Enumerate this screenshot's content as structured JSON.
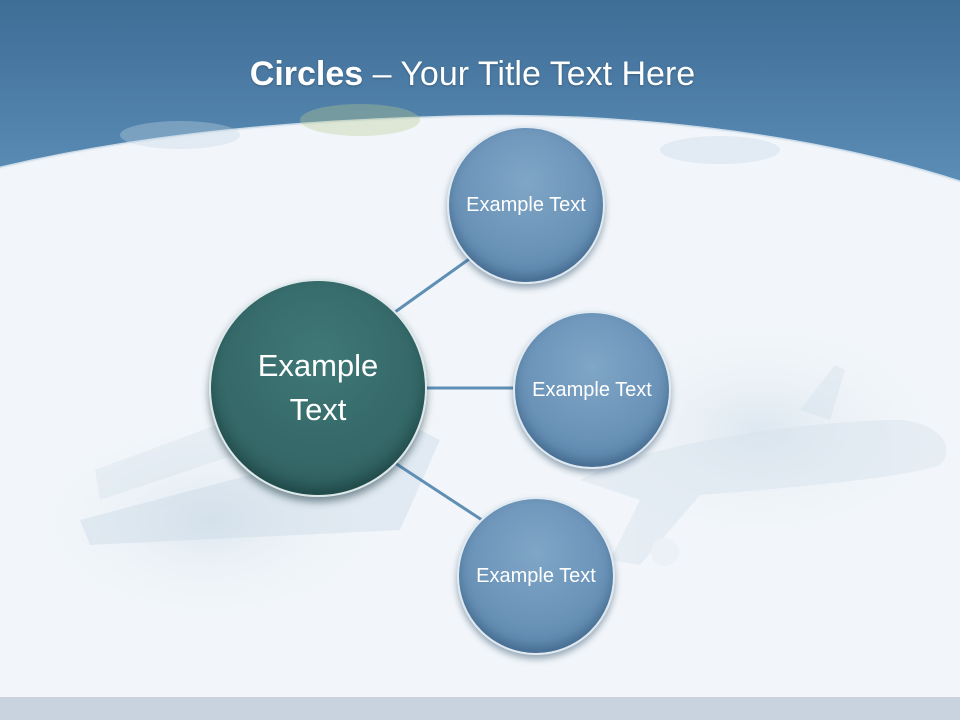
{
  "title": {
    "bold": "Circles",
    "rest": " – Your Title Text Here"
  },
  "diagram": {
    "center": {
      "label": "Example Text"
    },
    "nodes": [
      {
        "label": "Example Text"
      },
      {
        "label": "Example Text"
      },
      {
        "label": "Example Text"
      }
    ]
  },
  "colors": {
    "header_blue": "#4f7fa8",
    "center_circle": "#356868",
    "node_circle": "#6b93b8",
    "connector": "#5f8fb5",
    "footer": "#c9d3df"
  }
}
